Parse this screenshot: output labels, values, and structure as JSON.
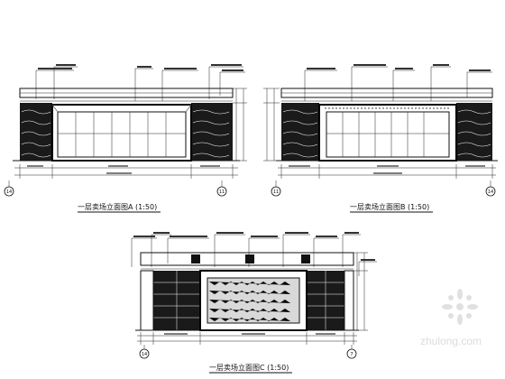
{
  "views": [
    {
      "title": "一层卖场立面图A (1:50)",
      "axis_left": "14",
      "axis_right": "11"
    },
    {
      "title": "一层卖场立面图B (1:50)",
      "axis_left": "11",
      "axis_right": "14"
    },
    {
      "title": "一层卖场立面图C (1:50)",
      "axis_left": "14",
      "axis_right": "7"
    }
  ],
  "watermark": "zhulong.com"
}
